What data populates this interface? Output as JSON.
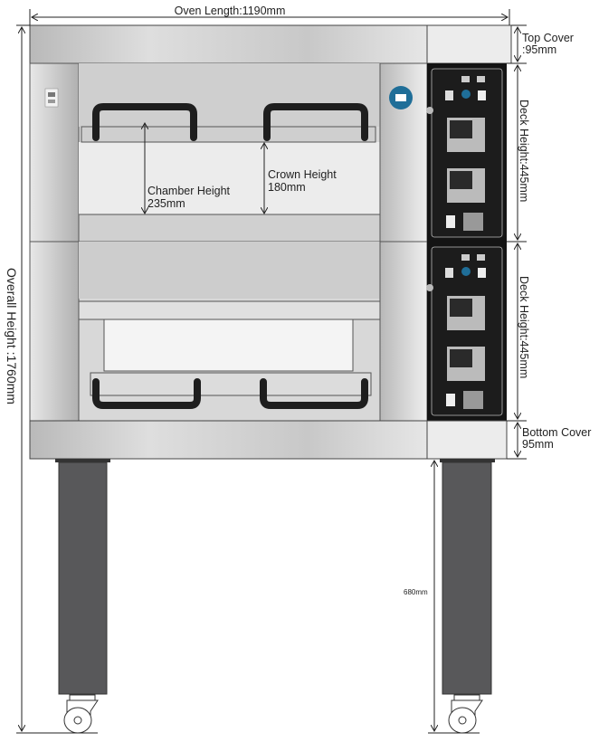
{
  "dimensions": {
    "oven_length": "Oven Length:1190mm",
    "top_cover_1": "Top Cover",
    "top_cover_2": ":95mm",
    "deck_height_upper": "Deck Height:445mm",
    "deck_height_lower": "Deck Height:445mm",
    "bottom_cover_1": "Bottom Cover",
    "bottom_cover_2": "95mm",
    "chamber_height_1": "Chamber Height",
    "chamber_height_2": "235mm",
    "crown_height_1": "Crown Height",
    "crown_height_2": "180mm",
    "leg_height": "680mm",
    "overall_height": "Overall Height :1760mm"
  },
  "colors": {
    "steel": "#d4d4d4",
    "panel": "#1a1a1a",
    "leg": "#58585a",
    "handle": "#1e1e1e",
    "badge": "#1f6e98"
  }
}
